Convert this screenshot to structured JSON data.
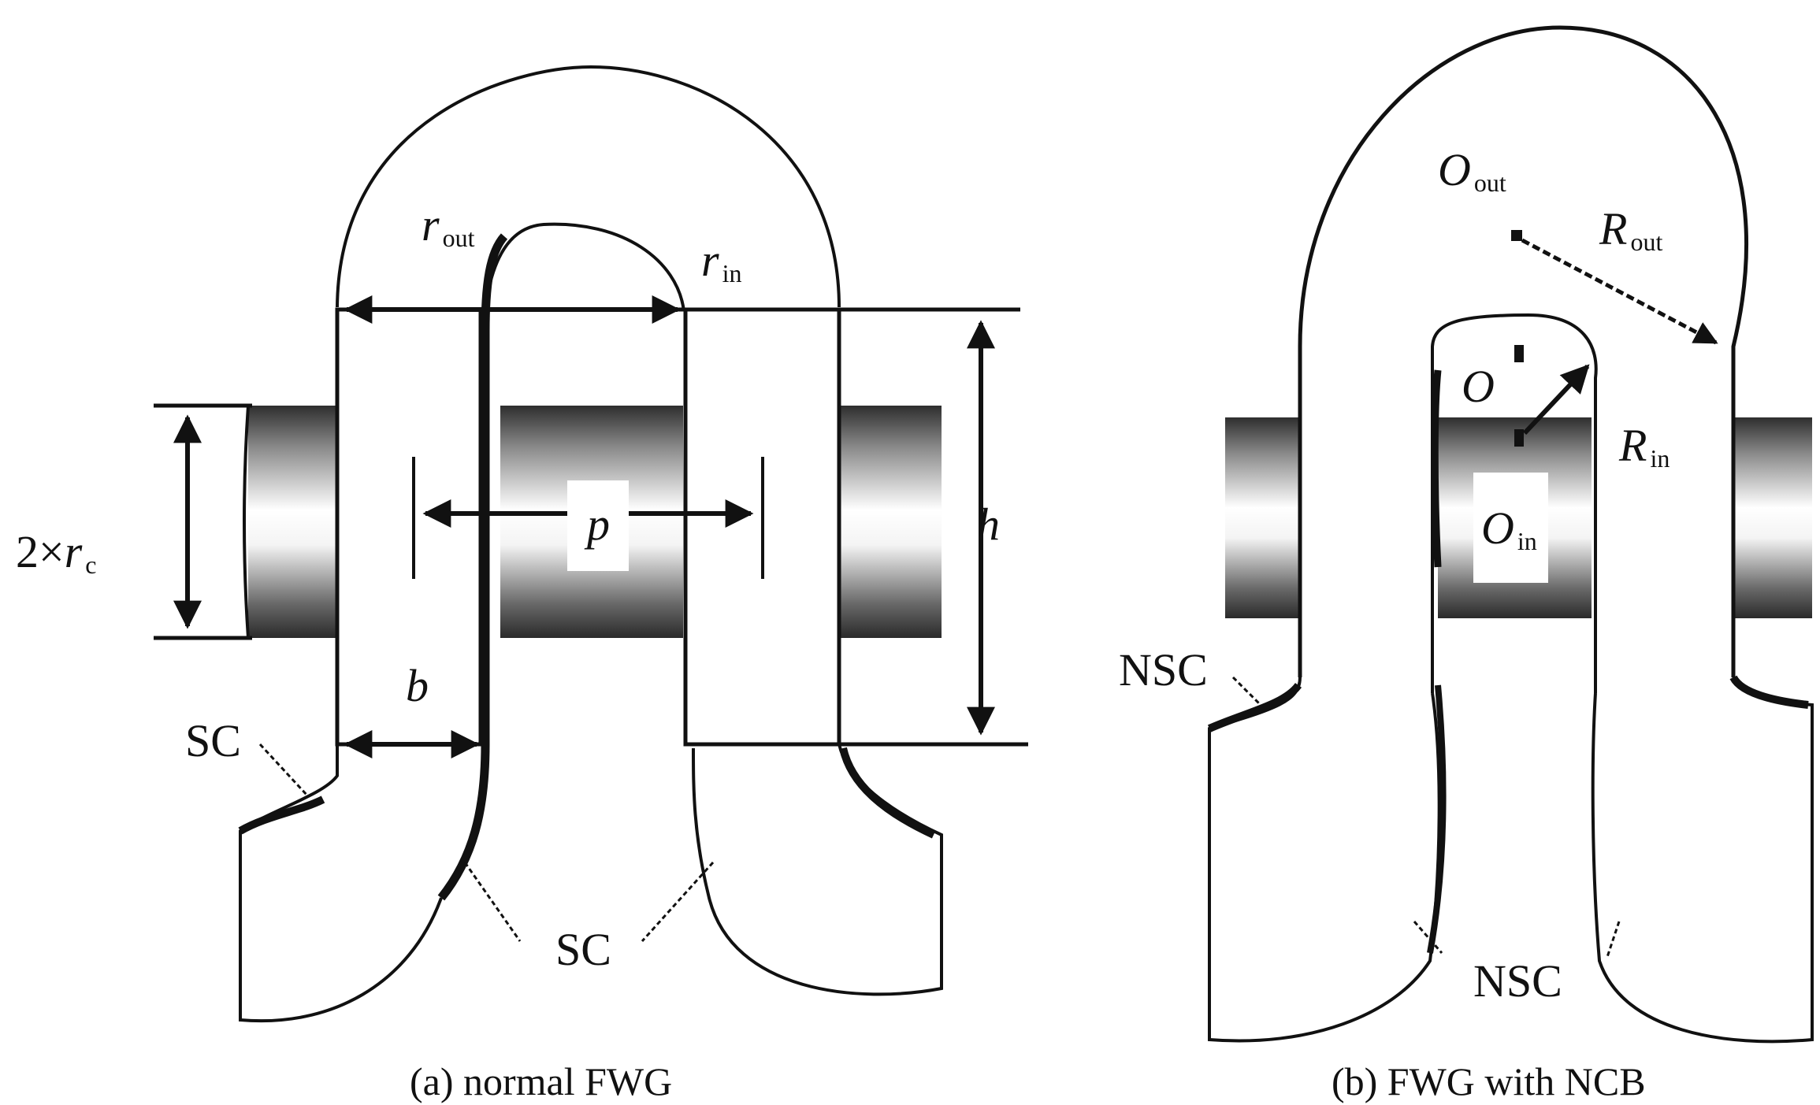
{
  "panel_a": {
    "caption": "(a) normal FWG",
    "r_out": {
      "main": "r",
      "sub": "out"
    },
    "r_in": {
      "main": "r",
      "sub": "in"
    },
    "r_c": {
      "prefix": "2×",
      "main": "r",
      "sub": "c"
    },
    "p": "p",
    "h": "h",
    "b": "b",
    "sc_left": "SC",
    "sc_bottom": "SC"
  },
  "panel_b": {
    "caption": "(b) FWG with NCB",
    "O_out": {
      "main": "O",
      "sub": "out"
    },
    "R_out": {
      "main": "R",
      "sub": "out"
    },
    "O": "O",
    "R_in": {
      "main": "R",
      "sub": "in"
    },
    "O_in": {
      "main": "O",
      "sub": "in"
    },
    "nsc_left": "NSC",
    "nsc_bottom": "NSC"
  },
  "colors": {
    "line": "#111111",
    "rod_dark": "#3a3a3a",
    "rod_light": "#ffffff"
  }
}
